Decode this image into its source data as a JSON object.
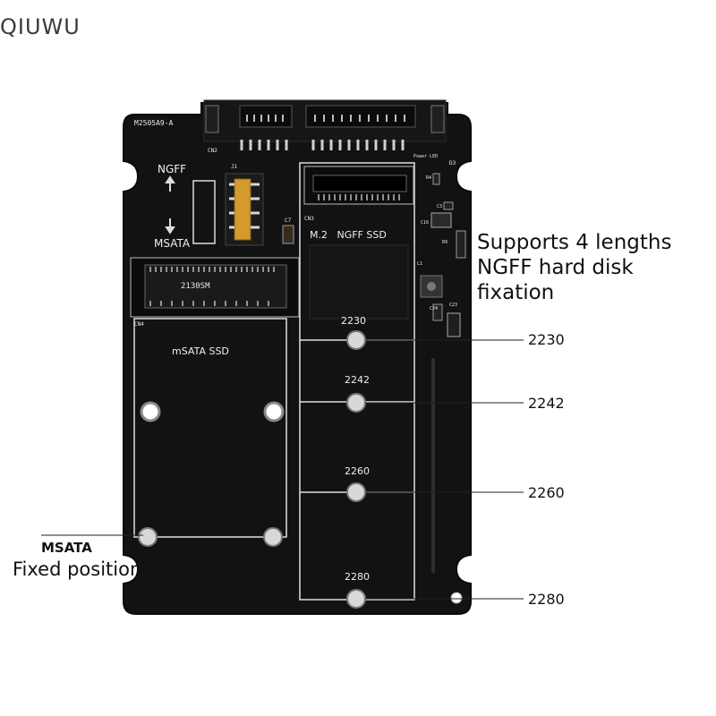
{
  "brand": "QIUWU",
  "board": {
    "model_code": "M2505A9-A",
    "ngff_arrow_label": "NGFF",
    "msata_arrow_label": "MSATA",
    "m2_slot_title": "M.2   NGFF SSD",
    "msata_slot_title": "mSATA SSD",
    "connector_marking": "2130SM",
    "silkscreen": {
      "cn2": "CN2",
      "cn3": "CN3",
      "cn4": "CN4",
      "j1": "J1",
      "c7": "C7",
      "d3": "D3",
      "power_led": "Power LED",
      "r4": "R4",
      "c3": "C3",
      "c16": "C16",
      "r9": "R9",
      "l1": "L1",
      "c24": "C24",
      "c23": "C23"
    },
    "mount_sizes": [
      "2230",
      "2242",
      "2260",
      "2280"
    ]
  },
  "callouts": {
    "lengths_line1": "Supports 4 lengths",
    "lengths_line2": "NGFF hard disk fixation",
    "size_labels": [
      "2230",
      "2242",
      "2260",
      "2280"
    ],
    "msata_title": "MSATA",
    "msata_sub": "Fixed position"
  },
  "colors": {
    "pcb": "#111111",
    "silkscreen": "#e6e6e6",
    "screw": "#cfcfcf",
    "connector_gold": "#c99a3e"
  }
}
